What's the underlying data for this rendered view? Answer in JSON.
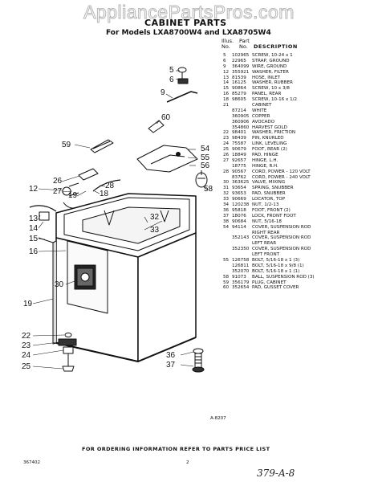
{
  "watermark": "AppliancePartsPros.com",
  "title": "CABINET PARTS",
  "subtitle": "For Models LXA8700W4 and LXA8705W4",
  "table_header": {
    "illus": "Illus.",
    "no": "No.",
    "part": "Part",
    "part_no": "No.",
    "description": "DESCRIPTION"
  },
  "parts": [
    {
      "no": "5",
      "part": "102965",
      "desc": "SCREW, 10-24 x 1"
    },
    {
      "no": "6",
      "part": "22965",
      "desc": "STRAP, GROUND"
    },
    {
      "no": "9",
      "part": "364099",
      "desc": "WIRE, GROUND"
    },
    {
      "no": "12",
      "part": "355921",
      "desc": "WASHER, FILTER"
    },
    {
      "no": "13",
      "part": "81539",
      "desc": "HOSE, INLET"
    },
    {
      "no": "14",
      "part": "16125",
      "desc": "WASHER, RUBBER"
    },
    {
      "no": "15",
      "part": "90864",
      "desc": "SCREW, 10 x 3/8"
    },
    {
      "no": "16",
      "part": "85279",
      "desc": "PANEL, REAR"
    },
    {
      "no": "18",
      "part": "98605",
      "desc": "SCREW, 10-16 x 1/2"
    },
    {
      "no": "21",
      "part": "",
      "desc": "CABINET"
    },
    {
      "no": "",
      "part": "87214",
      "desc": "WHITE"
    },
    {
      "no": "",
      "part": "360905",
      "desc": "COPPER"
    },
    {
      "no": "",
      "part": "360906",
      "desc": "AVOCADO"
    },
    {
      "no": "",
      "part": "354860",
      "desc": "HARVEST GOLD"
    },
    {
      "no": "22",
      "part": "98401",
      "desc": "WASHER, FRICTION"
    },
    {
      "no": "23",
      "part": "98439",
      "desc": "PIN, KNURLED"
    },
    {
      "no": "24",
      "part": "75587",
      "desc": "LINK, LEVELING"
    },
    {
      "no": "25",
      "part": "90679",
      "desc": "FOOT, REAR (2)"
    },
    {
      "no": "26",
      "part": "18849",
      "desc": "PAD, HINGE"
    },
    {
      "no": "27",
      "part": "92657",
      "desc": "HINGE, L.H."
    },
    {
      "no": "",
      "part": "18775",
      "desc": "HINGE, R.H."
    },
    {
      "no": "28",
      "part": "90567",
      "desc": "CORD, POWER - 120 VOLT"
    },
    {
      "no": "",
      "part": "83762",
      "desc": "CORD, POWER - 240 VOLT"
    },
    {
      "no": "30",
      "part": "363625",
      "desc": "VALVE, MIXING"
    },
    {
      "no": "31",
      "part": "93654",
      "desc": "SPRING, SNUBBER"
    },
    {
      "no": "32",
      "part": "93653",
      "desc": "PAD, SNUBBER"
    },
    {
      "no": "33",
      "part": "90669",
      "desc": "LOCATOR, TOP"
    },
    {
      "no": "34",
      "part": "120238",
      "desc": "NUT, 1/2-13"
    },
    {
      "no": "36",
      "part": "95818",
      "desc": "FOOT, FRONT (2)"
    },
    {
      "no": "37",
      "part": "18076",
      "desc": "LOCK, FRONT FOOT"
    },
    {
      "no": "38",
      "part": "90684",
      "desc": "NUT, 5/16-18"
    },
    {
      "no": "54",
      "part": "94114",
      "desc": "COVER, SUSPENSION ROD"
    },
    {
      "no": "",
      "part": "",
      "desc": "RIGHT REAR"
    },
    {
      "no": "",
      "part": "352143",
      "desc": "COVER, SUSPENSION ROD"
    },
    {
      "no": "",
      "part": "",
      "desc": "LEFT REAR"
    },
    {
      "no": "",
      "part": "352350",
      "desc": "COVER, SUSPENSION ROD"
    },
    {
      "no": "",
      "part": "",
      "desc": "LEFT FRONT"
    },
    {
      "no": "55",
      "part": "126758",
      "desc": "BOLT, 5/16-18 x 1 (3)"
    },
    {
      "no": "",
      "part": "126811",
      "desc": "BOLT, 5/16-18 x 9/8 (1)"
    },
    {
      "no": "",
      "part": "352070",
      "desc": "BOLT, 5/16-18 x 1 (1)"
    },
    {
      "no": "58",
      "part": "91073",
      "desc": "BALL, SUSPENSION ROD (3)"
    },
    {
      "no": "59",
      "part": "356179",
      "desc": "PLUG, CABINET"
    },
    {
      "no": "60",
      "part": "352654",
      "desc": "PAD, GUSSET COVER"
    }
  ],
  "callouts": {
    "c5": "5",
    "c6": "6",
    "c9": "9",
    "c60": "60",
    "c59": "59",
    "c54": "54",
    "c55": "55",
    "c56": "56",
    "c58": "58",
    "c12": "12",
    "c26": "26",
    "c27": "27",
    "c28": "28",
    "c18": "18",
    "c19a": "19",
    "c13": "13",
    "c14": "14",
    "c15": "15",
    "c16": "16",
    "c32": "32",
    "c33": "33",
    "c30": "30",
    "c19b": "19",
    "c22": "22",
    "c23": "23",
    "c24": "24",
    "c25": "25",
    "c36": "36",
    "c37": "37"
  },
  "figure_code": "A-8207",
  "footer_note": "FOR ORDERING INFORMATION REFER TO PARTS PRICE LIST",
  "doc_number": "367402",
  "page_number": "2",
  "handwritten_note": "379-A-8"
}
